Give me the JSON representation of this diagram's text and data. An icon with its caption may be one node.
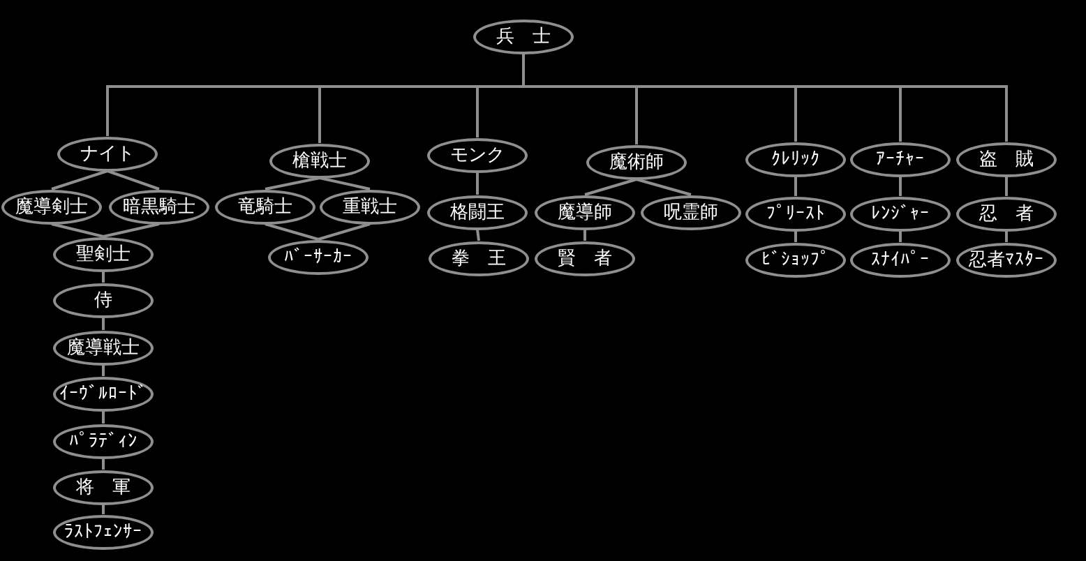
{
  "diagram": {
    "nodes": [
      {
        "text": [
          "兵　士"
        ]
      },
      {
        "text": [
          "ナイト"
        ]
      },
      {
        "text": [
          "槍戦士"
        ]
      },
      {
        "text": [
          "モンク"
        ]
      },
      {
        "text": [
          "魔術師"
        ]
      },
      {
        "text": [
          "ｸﾚﾘｯｸ"
        ]
      },
      {
        "text": [
          "ｱｰﾁｬｰ"
        ]
      },
      {
        "text": [
          "盗　賊"
        ]
      },
      {
        "text": [
          "魔導剣士"
        ]
      },
      {
        "text": [
          "暗黒騎士"
        ]
      },
      {
        "text": [
          "竜騎士"
        ]
      },
      {
        "text": [
          "重戦士"
        ]
      },
      {
        "text": [
          "格闘王"
        ]
      },
      {
        "text": [
          "魔導師"
        ]
      },
      {
        "text": [
          "呪霊師"
        ]
      },
      {
        "text": [
          "ﾌﾟﾘｰｽﾄ"
        ]
      },
      {
        "text": [
          "ﾚﾝｼﾞｬｰ"
        ]
      },
      {
        "text": [
          "忍　者"
        ]
      },
      {
        "text": [
          "聖剣士"
        ]
      },
      {
        "text": [
          "ﾊﾞｰｻｰｶｰ"
        ]
      },
      {
        "text": [
          "拳　王"
        ]
      },
      {
        "text": [
          "賢　者"
        ]
      },
      {
        "text": [
          "ﾋﾞｼｮｯﾌﾟ"
        ]
      },
      {
        "text": [
          "ｽﾅｲﾊﾟｰ"
        ]
      },
      {
        "text": [
          "忍者ﾏｽﾀｰ"
        ]
      },
      {
        "text": [
          "侍"
        ]
      },
      {
        "text": [
          "魔導戦士"
        ]
      },
      {
        "text": [
          "ｲｰｳﾞﾙﾛｰﾄﾞ"
        ]
      },
      {
        "text": [
          "ﾊﾟﾗﾃﾞｨﾝ"
        ]
      },
      {
        "text": [
          "将　軍"
        ]
      },
      {
        "text": [
          "ﾗｽﾄﾌｪﾝｻｰ"
        ]
      }
    ],
    "edges": [
      {
        "from": 0,
        "to": 1,
        "arrow": "none"
      },
      {
        "from": 0,
        "to": 2,
        "arrow": "none"
      },
      {
        "from": 0,
        "to": 3,
        "arrow": "none"
      },
      {
        "from": 0,
        "to": 4,
        "arrow": "none"
      },
      {
        "from": 0,
        "to": 5,
        "arrow": "none"
      },
      {
        "from": 0,
        "to": 6,
        "arrow": "none"
      },
      {
        "from": 0,
        "to": 7,
        "arrow": "none"
      },
      {
        "from": 1,
        "to": 8,
        "arrow": "none"
      },
      {
        "from": 1,
        "to": 9,
        "arrow": "none"
      },
      {
        "from": 8,
        "to": 18,
        "arrow": "none"
      },
      {
        "from": 9,
        "to": 18,
        "arrow": "none"
      },
      {
        "from": 18,
        "to": 25,
        "arrow": "none"
      },
      {
        "from": 25,
        "to": 26,
        "arrow": "none"
      },
      {
        "from": 26,
        "to": 27,
        "arrow": "none"
      },
      {
        "from": 27,
        "to": 28,
        "arrow": "none"
      },
      {
        "from": 28,
        "to": 29,
        "arrow": "none"
      },
      {
        "from": 29,
        "to": 30,
        "arrow": "none"
      },
      {
        "from": 2,
        "to": 10,
        "arrow": "none"
      },
      {
        "from": 2,
        "to": 11,
        "arrow": "none"
      },
      {
        "from": 10,
        "to": 19,
        "arrow": "none"
      },
      {
        "from": 11,
        "to": 19,
        "arrow": "none"
      },
      {
        "from": 3,
        "to": 12,
        "arrow": "none"
      },
      {
        "from": 12,
        "to": 20,
        "arrow": "none"
      },
      {
        "from": 4,
        "to": 13,
        "arrow": "none"
      },
      {
        "from": 4,
        "to": 14,
        "arrow": "none"
      },
      {
        "from": 13,
        "to": 21,
        "arrow": "none"
      },
      {
        "from": 5,
        "to": 15,
        "arrow": "none"
      },
      {
        "from": 15,
        "to": 22,
        "arrow": "none"
      },
      {
        "from": 6,
        "to": 16,
        "arrow": "none"
      },
      {
        "from": 16,
        "to": 23,
        "arrow": "none"
      },
      {
        "from": 7,
        "to": 17,
        "arrow": "none"
      },
      {
        "from": 17,
        "to": 24,
        "arrow": "none"
      }
    ]
  }
}
